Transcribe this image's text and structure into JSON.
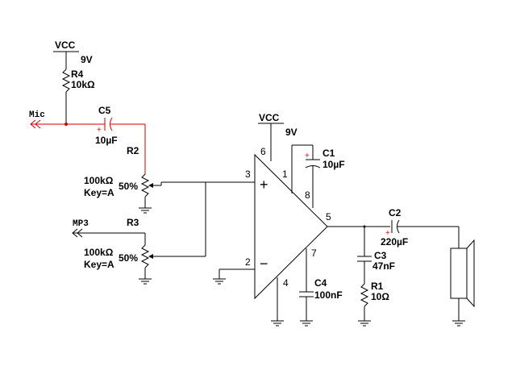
{
  "colors": {
    "wire": "#000000",
    "signal_wire": "#cc0000",
    "polarity": "#ff0000"
  },
  "labels": {
    "vcc_top": "VCC",
    "vcc_top_v": "9V",
    "r4_name": "R4",
    "r4_val": "10kΩ",
    "mic": "Mic",
    "c5_name": "C5",
    "c5_val": "10µF",
    "r2_name": "R2",
    "r2_val": "100kΩ",
    "r2_key": "Key=A",
    "r2_pct": "50%",
    "mp3": "MP3",
    "r3_name": "R3",
    "r3_val": "100kΩ",
    "r3_key": "Key=A",
    "r3_pct": "50%",
    "vcc_amp": "VCC",
    "vcc_amp_v": "9V",
    "c1_name": "C1",
    "c1_val": "10µF",
    "c2_name": "C2",
    "c2_val": "220µF",
    "c3_name": "C3",
    "c3_val": "47nF",
    "r1_name": "R1",
    "r1_val": "10Ω",
    "c4_name": "C4",
    "c4_val": "100nF",
    "pin1": "1",
    "pin2": "2",
    "pin3": "3",
    "pin4": "4",
    "pin5": "5",
    "pin6": "6",
    "pin7": "7",
    "pin8": "8",
    "plus_sign": "+",
    "minus_sign": "−",
    "polarity_plus": "+"
  }
}
